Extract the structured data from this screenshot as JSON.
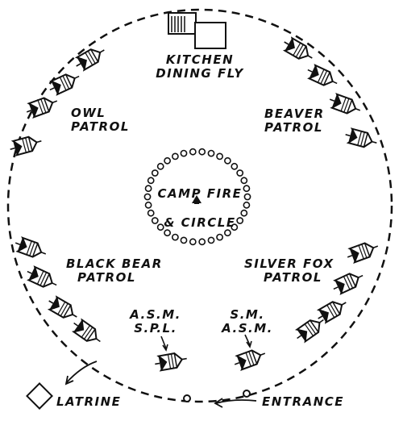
{
  "labels": {
    "kitchen": [
      "KITCHEN",
      "DINING FLY"
    ],
    "owl": [
      "OWL",
      "PATROL"
    ],
    "beaver": [
      "BEAVER",
      "PATROL"
    ],
    "campfire": [
      "CAMP FIRE",
      "& CIRCLE"
    ],
    "black_bear": [
      "BLACK BEAR",
      "PATROL"
    ],
    "silver_fox": [
      "SILVER FOX",
      "PATROL"
    ],
    "asm_spl": [
      "A.S.M.",
      "S.P.L."
    ],
    "sm_asm": [
      "S.M.",
      "A.S.M."
    ],
    "latrine": "LATRINE",
    "entrance": "ENTRANCE"
  },
  "colors": {
    "ink": "#111111",
    "paper": "#ffffff"
  },
  "icons": [
    "tent-icon",
    "fly-tent-icon",
    "campfire-icon",
    "latrine-icon",
    "arrow-icon",
    "entrance-post-icon"
  ]
}
